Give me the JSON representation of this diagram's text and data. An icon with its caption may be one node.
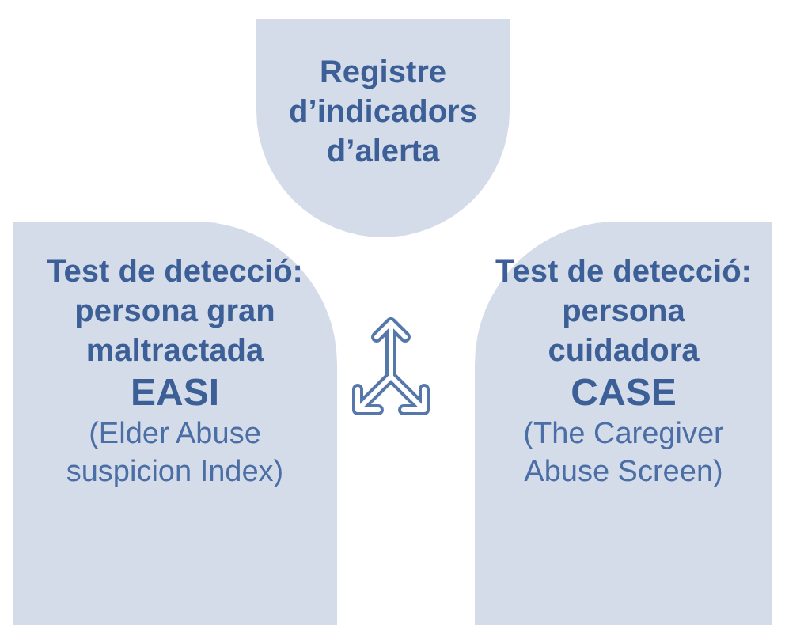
{
  "diagram": {
    "nodes": [
      {
        "text": [
          "Registre d’indicadors d’alerta"
        ]
      },
      {
        "text": [
          "Test de detecció: persona gran maltractada",
          "EASI",
          "(Elder Abuse suspicion Index)"
        ]
      },
      {
        "text": [
          "Test de detecció: persona cuidadora",
          "CASE",
          "(The Caregiver Abuse Screen)"
        ]
      }
    ]
  }
}
